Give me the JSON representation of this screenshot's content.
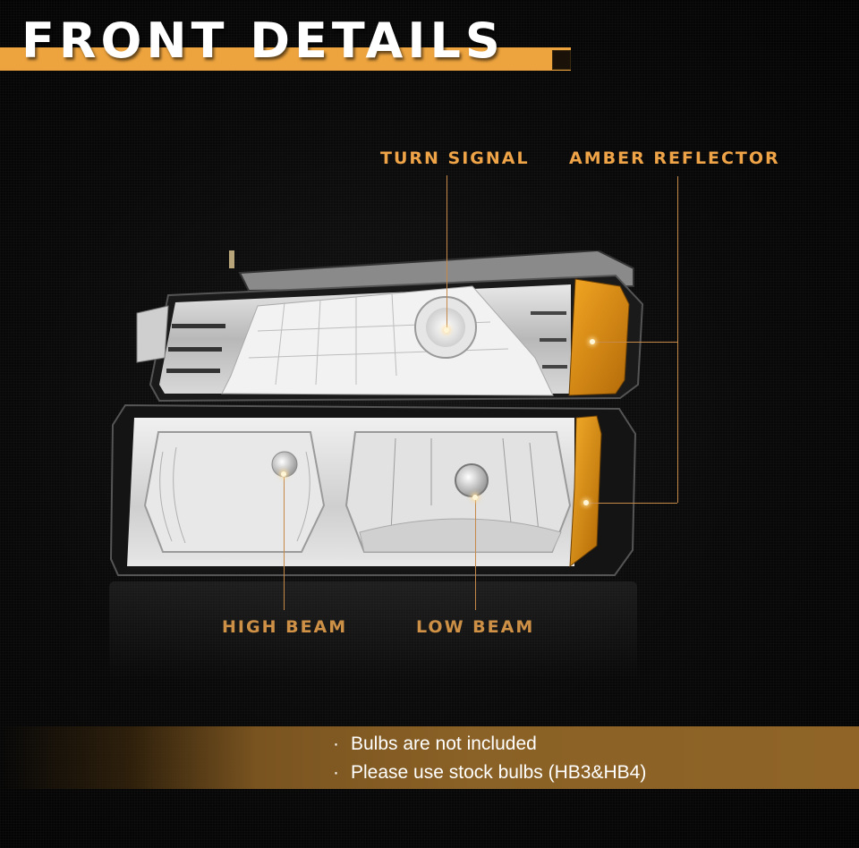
{
  "header": {
    "title": "FRONT DETAILS",
    "accent_color": "#eea43e"
  },
  "callouts": {
    "turn_signal": "TURN SIGNAL",
    "amber_reflector": "AMBER REFLECTOR",
    "high_beam": "HIGH BEAM",
    "low_beam": "LOW BEAM",
    "label_color": "#f0a448"
  },
  "product": {
    "image": "headlight-assembly-chrome-amber"
  },
  "notes": {
    "items": [
      {
        "bullet": "·",
        "text": "Bulbs are not included"
      },
      {
        "bullet": "·",
        "text": "Please use stock bulbs (HB3&HB4)"
      }
    ]
  }
}
